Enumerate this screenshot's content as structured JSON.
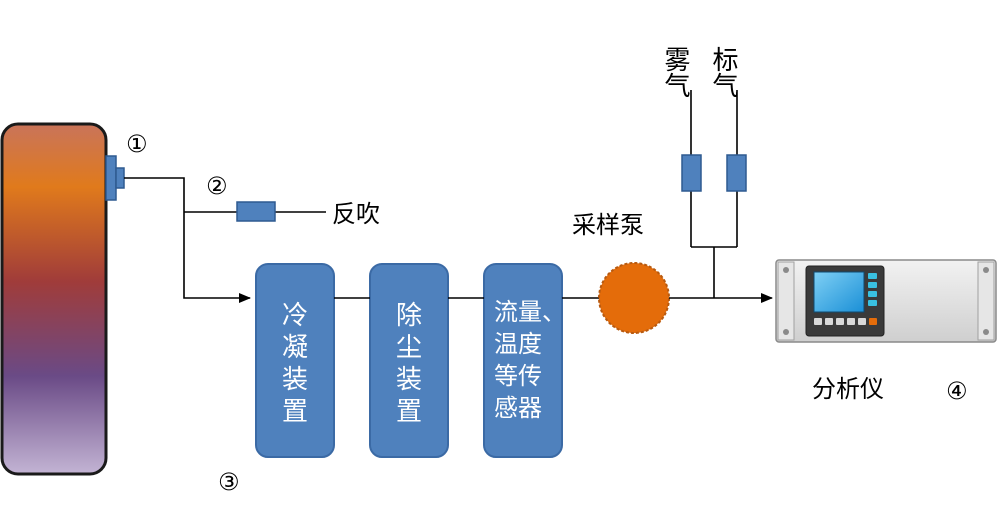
{
  "markers": {
    "m1": "①",
    "m2": "②",
    "m3": "③",
    "m4": "④"
  },
  "labels": {
    "backflush": "反吹",
    "pump": "采样泵",
    "mist_gas": "雾气",
    "std_gas": "标气",
    "analyzer": "分析仪"
  },
  "boxes": {
    "condenser": [
      "冷",
      "凝",
      "装",
      "置"
    ],
    "dust": [
      "除",
      "尘",
      "装",
      "置"
    ],
    "sensor": [
      "流量、",
      "温度",
      "等传",
      "感器"
    ]
  },
  "colors": {
    "box_fill": "#4f81bd",
    "box_stroke": "#3b6aa5",
    "pump_fill": "#e46c0a",
    "line": "#000000"
  }
}
